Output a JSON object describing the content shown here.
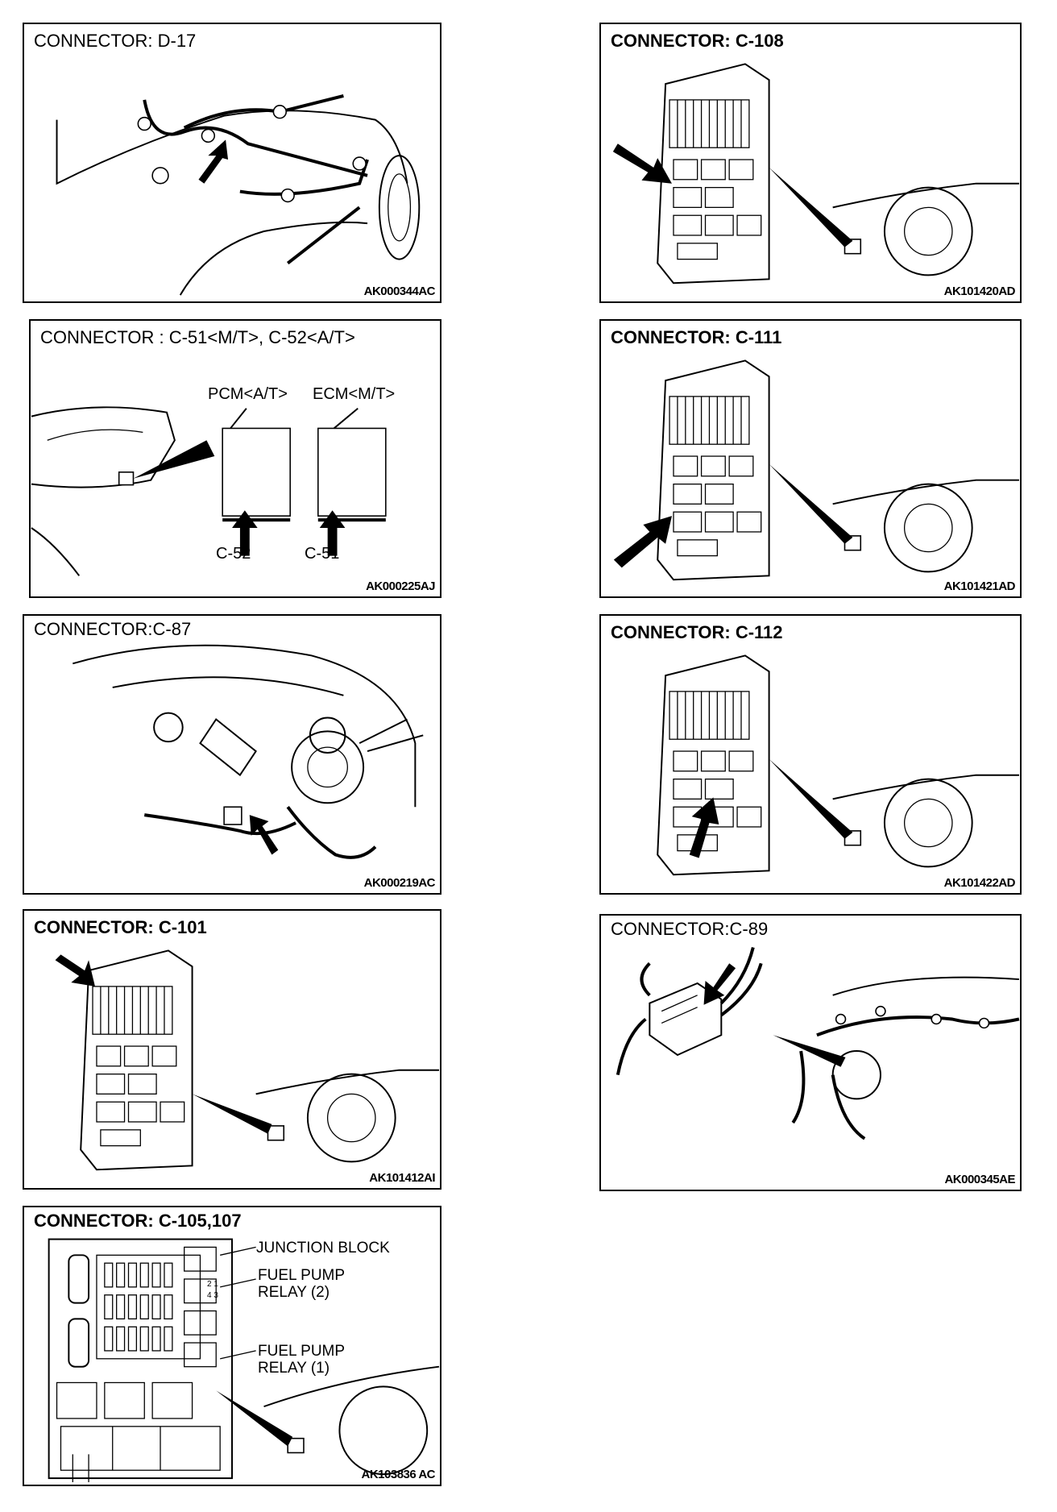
{
  "panels": {
    "d17": {
      "title": "CONNECTOR: D-17",
      "code": "AK000344AC"
    },
    "c51": {
      "title": "CONNECTOR : C-51<M/T>, C-52<A/T>",
      "code": "AK000225AJ",
      "pcm_label": "PCM<A/T>",
      "ecm_label": "ECM<M/T>",
      "c52_label": "C-52",
      "c51_label": "C-51"
    },
    "c87": {
      "title": "CONNECTOR:C-87",
      "code": "AK000219AC"
    },
    "c101": {
      "title": "CONNECTOR: C-101",
      "code": "AK101412AI"
    },
    "c105": {
      "title": "CONNECTOR: C-105,107",
      "code": "AK103836 AC",
      "junction_block": "JUNCTION BLOCK",
      "relay2_line1": "FUEL PUMP",
      "relay2_line2": "RELAY (2)",
      "relay1_line1": "FUEL PUMP",
      "relay1_line2": "RELAY (1)",
      "pin_top": "2 1",
      "pin_bottom": "4 3"
    },
    "c108": {
      "title": "CONNECTOR: C-108",
      "code": "AK101420AD"
    },
    "c111": {
      "title": "CONNECTOR: C-111",
      "code": "AK101421AD"
    },
    "c112": {
      "title": "CONNECTOR: C-112",
      "code": "AK101422AD"
    },
    "c89": {
      "title": "CONNECTOR:C-89",
      "code": "AK000345AE"
    }
  },
  "colors": {
    "ink": "#000000",
    "paper": "#ffffff"
  }
}
